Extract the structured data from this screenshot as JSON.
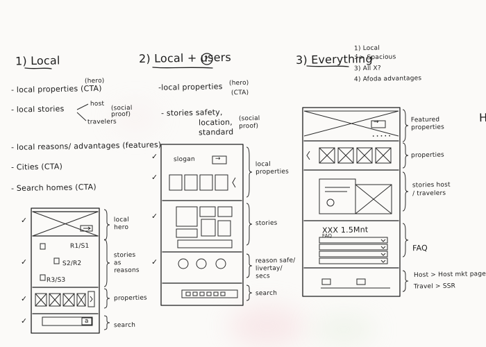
{
  "col1": {
    "title": "1) Local",
    "items": [
      {
        "text": "- local properties (CTA)",
        "note": "(hero)"
      },
      {
        "text": "- local stories",
        "sub": [
          "host",
          "travelers"
        ],
        "note": "(social proof)"
      },
      {
        "text": "- local reasons/ advantages (features)"
      },
      {
        "text": "- Cities (CTA)"
      },
      {
        "text": "- Search homes (CTA)"
      }
    ],
    "wireframe": {
      "labels": [
        "local hero",
        "stories as reasons",
        "properties",
        "search"
      ],
      "inner": [
        "R1/S1",
        "S2/R2",
        "R3/S3"
      ],
      "search_glyph": "a"
    },
    "checks": [
      "✓",
      "✓",
      "✓",
      "✓"
    ]
  },
  "col2": {
    "title": "2) Local + users",
    "title_q": "?",
    "items": [
      {
        "text": "-local properties",
        "note": "(hero)",
        "note2": "(CTA)"
      },
      {
        "text": "- stories safety,",
        "text2": "location,",
        "text3": "standard",
        "note": "(social proof)"
      }
    ],
    "wireframe": {
      "slogan": "slogan",
      "arrow": "→",
      "labels": [
        "local properties",
        "stories",
        "reason safe/ livertay/ secs",
        "search"
      ]
    },
    "checks": [
      "✓",
      "✓",
      "✓",
      "✓"
    ]
  },
  "col3": {
    "title": "3) Everything",
    "list": [
      "1) Local",
      ">> Spacious",
      "3) All X?",
      "4) Afoda advantages"
    ],
    "wireframe": {
      "arrow": "→",
      "dots": "• • • • •",
      "faq_heading": "XXX 1.5Mnt",
      "faq_label": "FAQ",
      "labels": [
        "Featured properties",
        "properties",
        "stories host / travelers",
        "FAQ"
      ],
      "footer": [
        "Host > Host mkt page",
        "Travel > SSR"
      ]
    },
    "edge_mark": "H"
  }
}
